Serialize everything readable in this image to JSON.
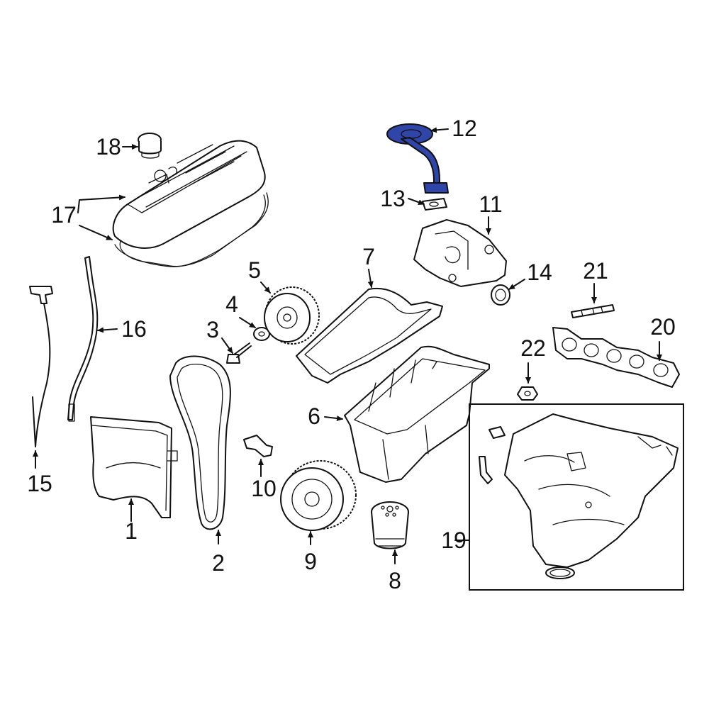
{
  "highlight_color": "#2f45a8",
  "callouts": [
    {
      "id": "1",
      "label": "1"
    },
    {
      "id": "2",
      "label": "2"
    },
    {
      "id": "3",
      "label": "3"
    },
    {
      "id": "4",
      "label": "4"
    },
    {
      "id": "5",
      "label": "5"
    },
    {
      "id": "6",
      "label": "6"
    },
    {
      "id": "7",
      "label": "7"
    },
    {
      "id": "8",
      "label": "8"
    },
    {
      "id": "9",
      "label": "9"
    },
    {
      "id": "10",
      "label": "10"
    },
    {
      "id": "11",
      "label": "11"
    },
    {
      "id": "12",
      "label": "12",
      "highlighted": true
    },
    {
      "id": "13",
      "label": "13"
    },
    {
      "id": "14",
      "label": "14"
    },
    {
      "id": "15",
      "label": "15"
    },
    {
      "id": "16",
      "label": "16"
    },
    {
      "id": "17",
      "label": "17"
    },
    {
      "id": "18",
      "label": "18"
    },
    {
      "id": "19",
      "label": "19"
    },
    {
      "id": "20",
      "label": "20"
    },
    {
      "id": "21",
      "label": "21"
    },
    {
      "id": "22",
      "label": "22"
    }
  ]
}
